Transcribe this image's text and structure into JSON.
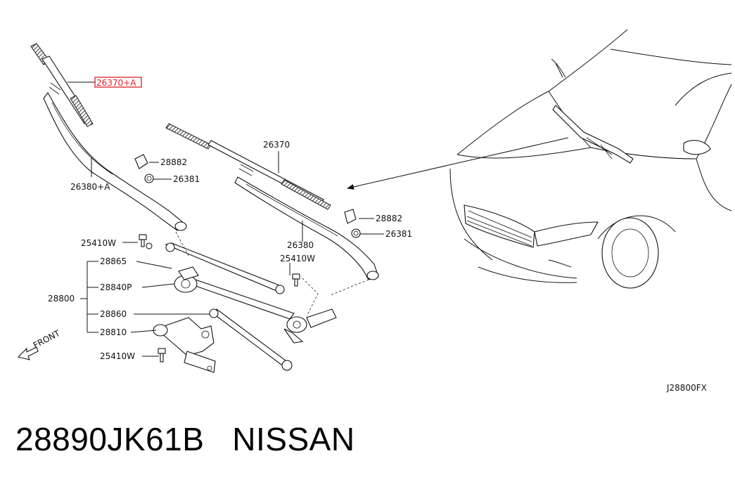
{
  "diagram": {
    "labels": {
      "blade_rh": "26370+A",
      "blade_lh": "26370",
      "cap_rh": "28882",
      "nut_rh": "26381",
      "arm_rh": "26380+A",
      "cap_lh": "28882",
      "nut_lh": "26381",
      "arm_lh": "26380",
      "bolt_top": "25410W",
      "bolt_mid": "25410W",
      "bolt_bottom": "25410W",
      "assembly": "28800",
      "link_a": "28865",
      "pivot": "28840P",
      "link_b": "28860",
      "motor": "28810",
      "front": "FRONT",
      "code": "J28800FX"
    },
    "highlight_color": "#e0202a"
  },
  "footer": {
    "part_number": "28890JK61B",
    "brand": "NISSAN"
  }
}
